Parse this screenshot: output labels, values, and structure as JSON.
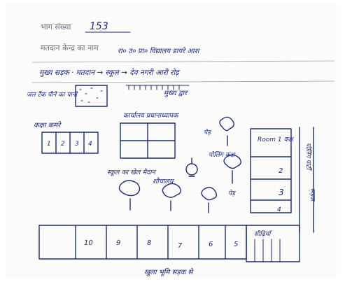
{
  "header": {
    "part_number_label": "भाग संख्या",
    "part_number_value": "153",
    "polling_centre_label": "मतदान केन्द्र का नाम",
    "polling_centre_value": "रा० उ० प्रा० विद्यालय डायरे आश"
  },
  "route_line": "मुख्य सड़क · मतदान → स्कूल → देव नगरी आरी रोड़",
  "sketch_labels": {
    "main_gate": "मुख्य द्वार",
    "water_tank": "जल टैंक पीने का पानी",
    "classrooms": "कक्षा कमरे",
    "office": "कार्यालय प्रधानाध्यापक",
    "tree_top": "पेड़",
    "tree_mid": "पेड़",
    "polling_room": "पोलिंग कक्ष",
    "room_label": "Room 1 कक्ष",
    "school_grounds": "स्कूल का खेल मैदान",
    "toilet": "शौचालय",
    "side_road": "सड़क",
    "staircase": "सीढ़ियाँ",
    "field": "खुला भूमि सड़क से",
    "right_vertical": "पोलिंग पार्टी"
  },
  "class_rooms_top": [
    "1",
    "2",
    "3",
    "4"
  ],
  "rooms_right": [
    "1",
    "2",
    "3",
    "4"
  ],
  "rooms_bottom": [
    "10",
    "9",
    "8",
    "7",
    "6",
    "5"
  ]
}
